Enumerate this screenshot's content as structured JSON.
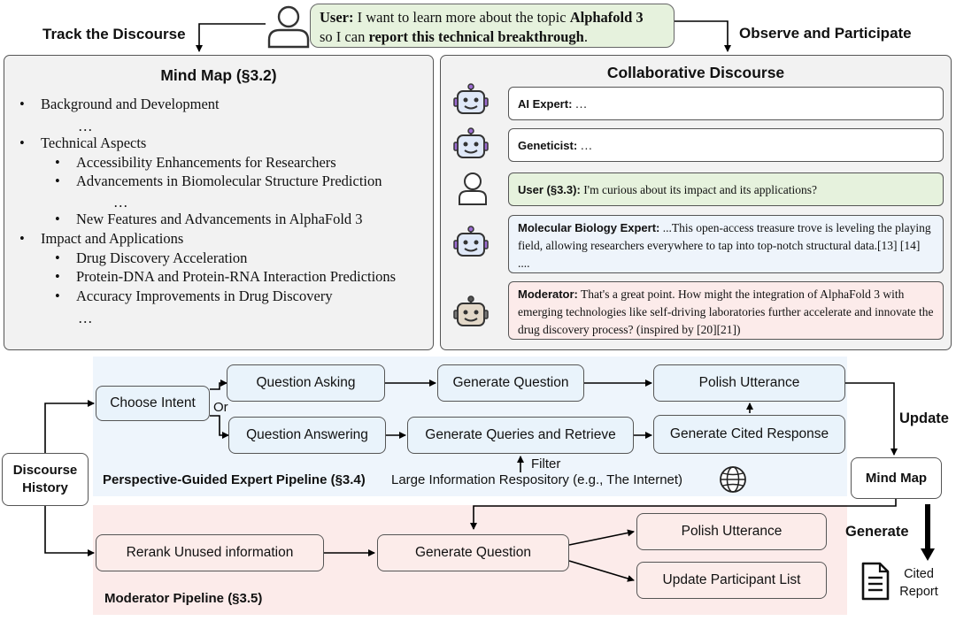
{
  "top": {
    "track_label": "Track the Discourse",
    "observe_label": "Observe and Participate",
    "user_prefix": "User:",
    "user_text_1": " I want to learn more about the topic ",
    "user_topic": "Alphafold 3",
    "user_text_2": "so I can ",
    "user_goal": "report this technical breakthrough",
    "user_end": "."
  },
  "mind_map": {
    "title": "Mind Map (§3.2)",
    "items": [
      {
        "bullet": "•",
        "text": "Background and Development"
      },
      {
        "bullet": "",
        "text": "…"
      },
      {
        "bullet": "•",
        "text": "Technical Aspects"
      },
      {
        "bullet": "•",
        "text": "Accessibility Enhancements for Researchers"
      },
      {
        "bullet": "•",
        "text": "Advancements in Biomolecular Structure Prediction"
      },
      {
        "bullet": "",
        "text": "…"
      },
      {
        "bullet": "•",
        "text": "New Features and Advancements in AlphaFold 3"
      },
      {
        "bullet": "•",
        "text": "Impact and Applications"
      },
      {
        "bullet": "•",
        "text": "Drug Discovery Acceleration"
      },
      {
        "bullet": "•",
        "text": "Protein-DNA and Protein-RNA Interaction Predictions"
      },
      {
        "bullet": "•",
        "text": "Accuracy Improvements in Drug Discovery"
      },
      {
        "bullet": "",
        "text": "…"
      }
    ]
  },
  "discourse": {
    "title": "Collaborative Discourse",
    "messages": [
      {
        "speaker": "AI Expert:",
        "text": " …"
      },
      {
        "speaker": "Geneticist:",
        "text": " …"
      },
      {
        "speaker": "User (§3.3):",
        "text": " I'm curious about its impact and its applications?"
      },
      {
        "speaker": "Molecular Biology Expert:",
        "text": " ...This open-access treasure trove is leveling the playing field, allowing researchers everywhere to tap into top-notch structural data.[13] [14] ...."
      },
      {
        "speaker": "Moderator:",
        "text": " That's a great point. How might the integration of AlphaFold 3 with emerging technologies like self-driving laboratories further accelerate and innovate the drug discovery process? (inspired by [20][21])"
      }
    ]
  },
  "pipeline": {
    "discourse_history": "Discourse History",
    "choose_intent": "Choose Intent",
    "or_label": "Or",
    "question_asking": "Question Asking",
    "question_answering": "Question Answering",
    "generate_question": "Generate Question",
    "generate_queries": "Generate Queries and Retrieve",
    "polish_utterance": "Polish Utterance",
    "generate_cited": "Generate Cited Response",
    "filter_label": "Filter",
    "repository_label": "Large Information Respository (e.g., The Internet)",
    "expert_pipeline_label": "Perspective-Guided Expert Pipeline (§3.4)",
    "update_label": "Update",
    "mind_map_node": "Mind Map",
    "generate_label": "Generate",
    "cited_report": "Cited Report",
    "rerank": "Rerank Unused information",
    "mod_generate_question": "Generate Question",
    "mod_polish": "Polish Utterance",
    "update_participants": "Update Participant List",
    "moderator_pipeline_label": "Moderator Pipeline (§3.5)"
  },
  "colors": {
    "user_bubble": "#e6f2dd",
    "panel_bg": "#f2f2f2",
    "expert_bg": "#eef5fc",
    "moderator_bg": "#fcebea",
    "msg_user_bg": "#e6f2dd",
    "msg_expert_bg": "#eef4fb",
    "msg_moderator_bg": "#fcebea"
  },
  "icons": [
    "user-icon",
    "robot-icon",
    "globe-icon",
    "document-icon"
  ]
}
